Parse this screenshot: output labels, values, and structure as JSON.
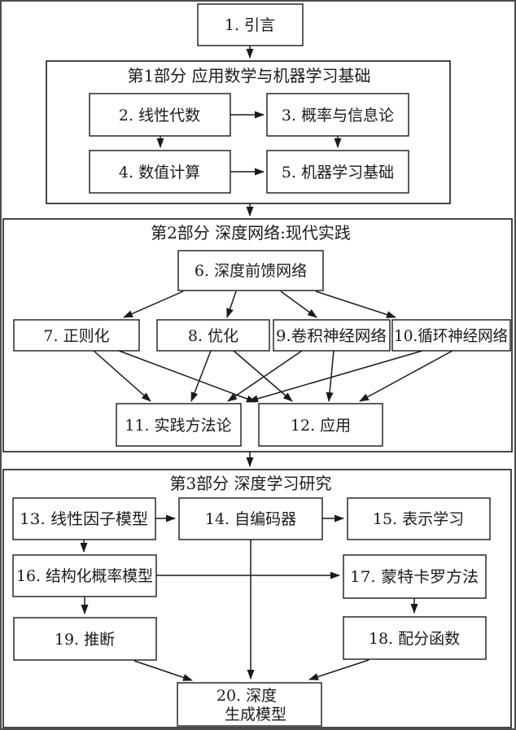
{
  "diagram": {
    "description": "Chapter dependency flowchart of a deep learning book (Chinese)",
    "colors": {
      "line": "#1a1a1a",
      "background": "#ffffff",
      "frame_border": "#4d4d4d"
    },
    "parts": {
      "part1": {
        "title": "第1部分  应用数学与机器学习基础"
      },
      "part2": {
        "title": "第2部分  深度网络:现代实践"
      },
      "part3": {
        "title": "第3部分  深度学习研究"
      }
    },
    "nodes": {
      "n1": {
        "label": "1. 引言"
      },
      "n2": {
        "label": "2. 线性代数"
      },
      "n3": {
        "label": "3. 概率与信息论"
      },
      "n4": {
        "label": "4. 数值计算"
      },
      "n5": {
        "label": "5. 机器学习基础"
      },
      "n6": {
        "label": "6. 深度前馈网络"
      },
      "n7": {
        "label": "7. 正则化"
      },
      "n8": {
        "label": "8. 优化"
      },
      "n9": {
        "label": "9.卷积神经网络"
      },
      "n10": {
        "label": "10.循环神经网络"
      },
      "n11": {
        "label": "11. 实践方法论"
      },
      "n12": {
        "label": "12. 应用"
      },
      "n13": {
        "label": "13. 线性因子模型"
      },
      "n14": {
        "label": "14. 自编码器"
      },
      "n15": {
        "label": "15. 表示学习"
      },
      "n16": {
        "label": "16. 结构化概率模型"
      },
      "n17": {
        "label": "17. 蒙特卡罗方法"
      },
      "n18": {
        "label": "18. 配分函数"
      },
      "n19": {
        "label": "19. 推断"
      },
      "n20": {
        "label_line1": "20.  深度",
        "label_line2": "生成模型"
      }
    },
    "edges": [
      {
        "from": "n1",
        "to": "part1"
      },
      {
        "from": "part1",
        "to": "part2"
      },
      {
        "from": "part2",
        "to": "part3"
      },
      {
        "from": "n2",
        "to": "n3"
      },
      {
        "from": "n2",
        "to": "n4"
      },
      {
        "from": "n3",
        "to": "n5"
      },
      {
        "from": "n4",
        "to": "n5"
      },
      {
        "from": "n6",
        "to": "n7"
      },
      {
        "from": "n6",
        "to": "n8"
      },
      {
        "from": "n6",
        "to": "n9"
      },
      {
        "from": "n6",
        "to": "n10"
      },
      {
        "from": "n7",
        "to": "n11"
      },
      {
        "from": "n7",
        "to": "n12"
      },
      {
        "from": "n8",
        "to": "n11"
      },
      {
        "from": "n8",
        "to": "n12"
      },
      {
        "from": "n9",
        "to": "n11"
      },
      {
        "from": "n9",
        "to": "n12"
      },
      {
        "from": "n10",
        "to": "n11"
      },
      {
        "from": "n10",
        "to": "n12"
      },
      {
        "from": "n13",
        "to": "n14"
      },
      {
        "from": "n14",
        "to": "n15"
      },
      {
        "from": "n13",
        "to": "n16"
      },
      {
        "from": "n16",
        "to": "n17"
      },
      {
        "from": "n16",
        "to": "n19"
      },
      {
        "from": "n17",
        "to": "n18"
      },
      {
        "from": "n14",
        "to": "n20"
      },
      {
        "from": "n19",
        "to": "n20"
      },
      {
        "from": "n18",
        "to": "n20"
      }
    ]
  }
}
